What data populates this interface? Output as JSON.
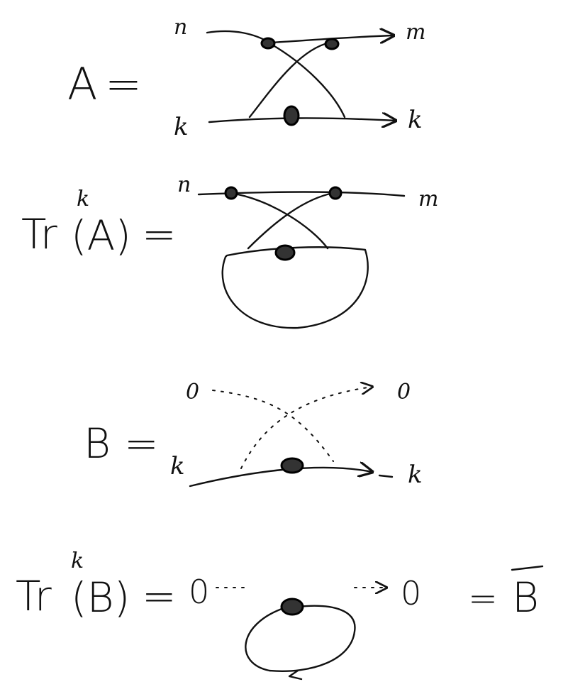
{
  "equations": [
    {
      "lhs": "A",
      "eq": "=",
      "labels": {
        "top_left": "n",
        "top_right": "m",
        "bottom_left": "k",
        "bottom_right": "k"
      }
    },
    {
      "lhs_op": "Tr",
      "lhs_sup": "k",
      "lhs_arg": "(A)",
      "eq": "=",
      "labels": {
        "top_left": "n",
        "top_right": "m"
      }
    },
    {
      "lhs": "B",
      "eq": "=",
      "labels": {
        "top_left": "0",
        "top_right": "0",
        "bottom_left": "k",
        "bottom_right": "k"
      }
    },
    {
      "lhs_op": "Tr",
      "lhs_sup": "k",
      "lhs_arg": "(B)",
      "eq": "=",
      "labels": {
        "left": "0",
        "right": "0"
      },
      "rhs_eq": "=",
      "rhs": "B",
      "rhs_note": "overline"
    }
  ]
}
